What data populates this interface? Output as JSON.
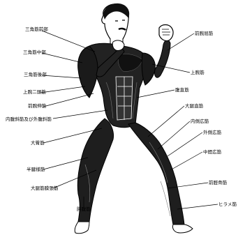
{
  "labels": {
    "deltoid_anterior": "三角筋前部",
    "deltoid_middle": "三角筋中部",
    "deltoid_posterior": "三角筋後部",
    "biceps": "上腕二頭筋",
    "forearm_extensors": "前腕伸筋",
    "obliques": "内腹斜筋及び外腹斜筋",
    "gluteus_maximus": "大臀筋",
    "semitendinosus": "半腱様筋",
    "tensor_fasciae_latae": "大腿筋膜張筋",
    "gastrocnemius": "腓腹筋",
    "forearm_flexors": "前腕屈筋",
    "triceps": "上腕筋",
    "rectus_abdominis": "腹直筋",
    "rectus_femoris": "大腿直筋",
    "vastus_medialis": "内側広筋",
    "vastus_lateralis": "外側広筋",
    "vastus_intermedius": "中間広筋",
    "tibialis_anterior": "前脛骨筋",
    "soleus": "ヒラメ筋"
  }
}
